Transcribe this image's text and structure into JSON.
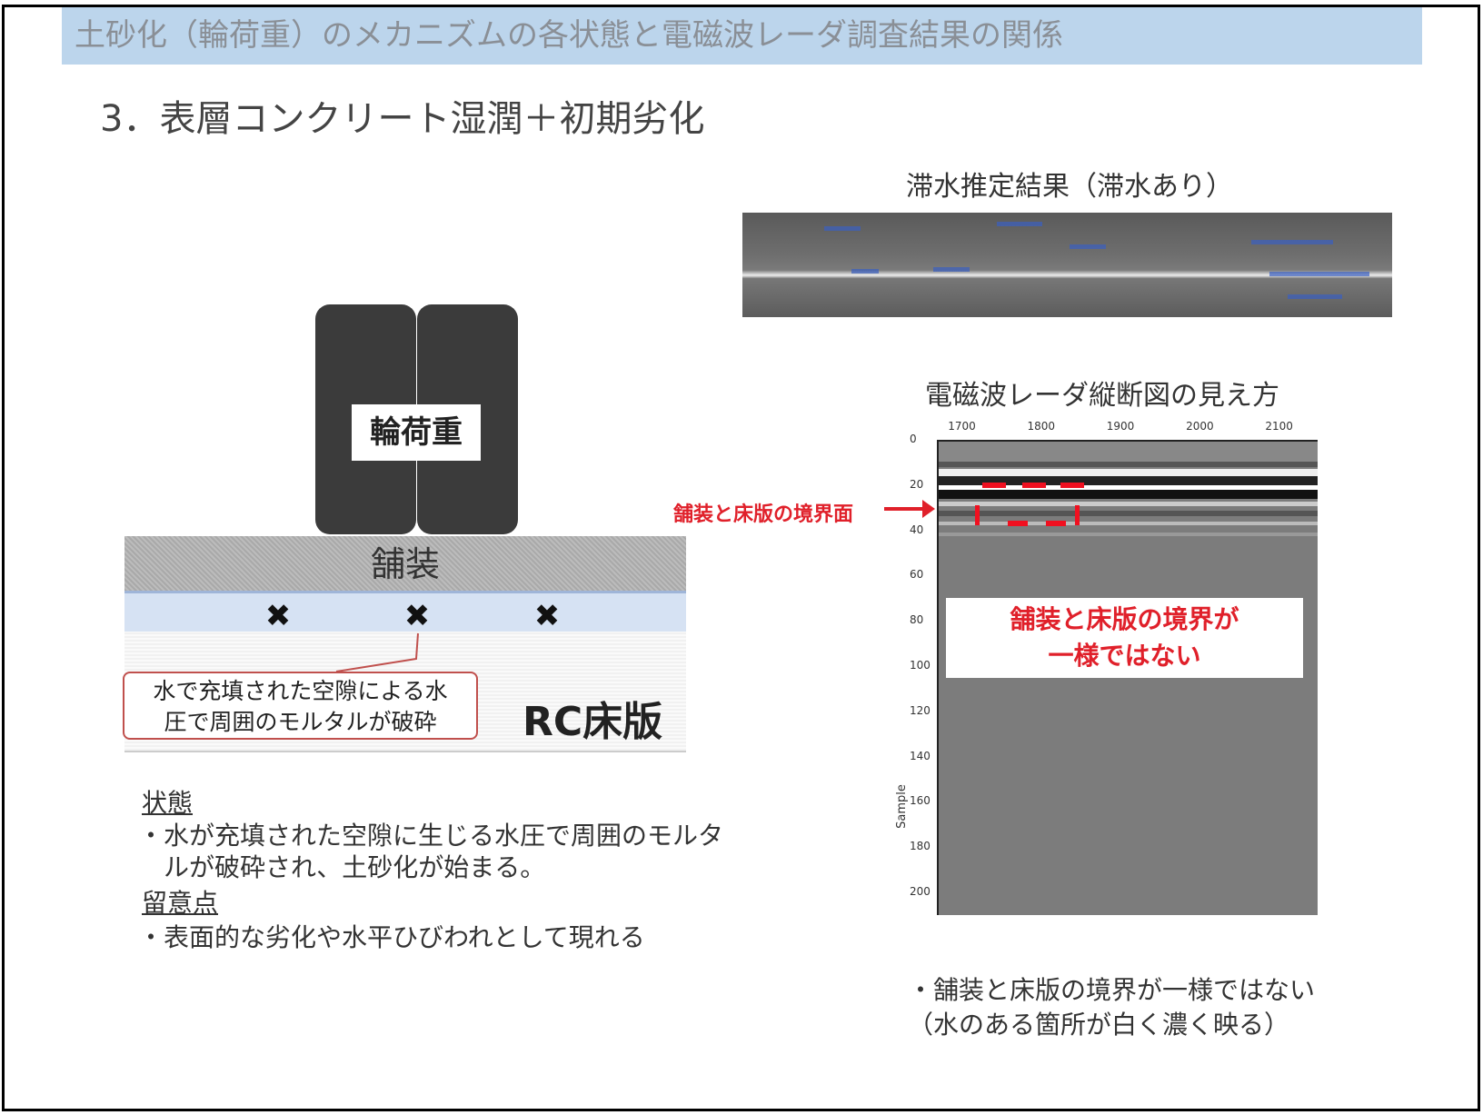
{
  "header": {
    "title": "土砂化（輪荷重）のメカニズムの各状態と電磁波レーダ調査結果の関係"
  },
  "subtitle": "3．表層コンクリート湿潤＋初期劣化",
  "diagram": {
    "load_label": "輪荷重",
    "pavement_label": "舗装",
    "slab_label": "RC床版",
    "callout": [
      "水で充填された空隙による水",
      "圧で周囲のモルタルが破砕"
    ],
    "void_marks": [
      "✖",
      "✖",
      "✖"
    ]
  },
  "description": {
    "state_heading": "状態",
    "state_lines": [
      "・水が充填された空隙に生じる水圧で周囲のモルタ",
      "　ルが破砕され、土砂化が始まる。"
    ],
    "note_heading": "留意点",
    "note_lines": [
      "・表面的な劣化や水平ひびわれとして現れる"
    ]
  },
  "strip": {
    "caption": "滞水推定結果（滞水あり）"
  },
  "radar": {
    "caption": "電磁波レーダ縦断図の見え方",
    "boundary_label": "舗装と床版の境界面",
    "overlay": [
      "舗装と床版の境界が",
      "一様ではない"
    ],
    "summary": [
      "・舗装と床版の境界が一様ではない",
      "（水のある箇所が白く濃く映る）"
    ]
  },
  "chart_data": {
    "type": "heatmap",
    "title": "電磁波レーダ縦断図の見え方",
    "xlabel": "",
    "ylabel": "Sample",
    "x_ticks": [
      "1700",
      "1800",
      "1900",
      "2000",
      "2100"
    ],
    "y_ticks": [
      "0",
      "20",
      "40",
      "60",
      "80",
      "100",
      "120",
      "140",
      "160",
      "180",
      "200"
    ],
    "xlim": [
      1670,
      2150
    ],
    "ylim": [
      0,
      210
    ],
    "boundary_sample": 31
  }
}
